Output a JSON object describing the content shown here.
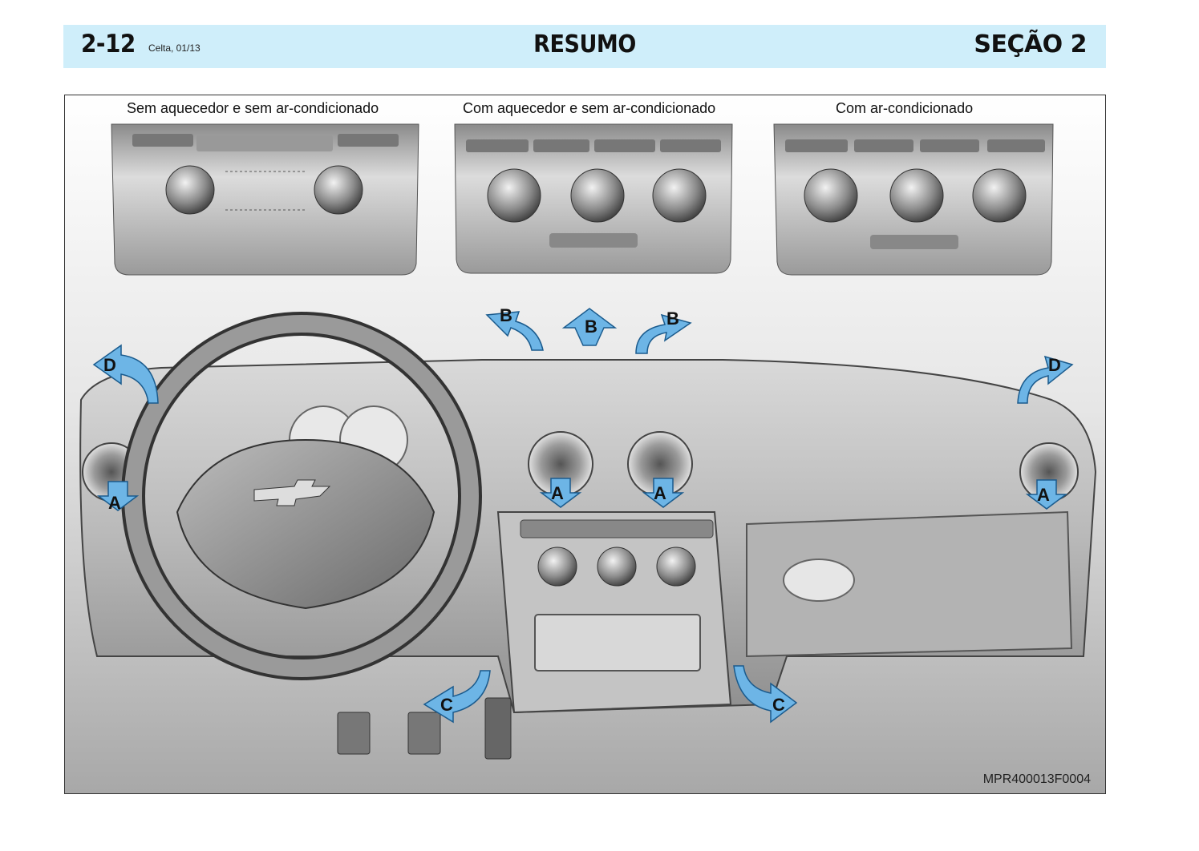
{
  "header": {
    "page_number": "2-12",
    "edition": "Celta, 01/13",
    "title": "RESUMO",
    "section": "SEÇÃO 2"
  },
  "figure": {
    "captions": [
      "Sem aquecedor e sem ar-condicionado",
      "Com aquecedor e sem ar-condicionado",
      "Com ar-condicionado"
    ],
    "code": "MPR400013F0004",
    "labels": {
      "a": "A",
      "b": "B",
      "c": "C",
      "d": "D"
    },
    "colors": {
      "arrow": "#6db5e6",
      "header_bg": "#cfeefa"
    }
  }
}
